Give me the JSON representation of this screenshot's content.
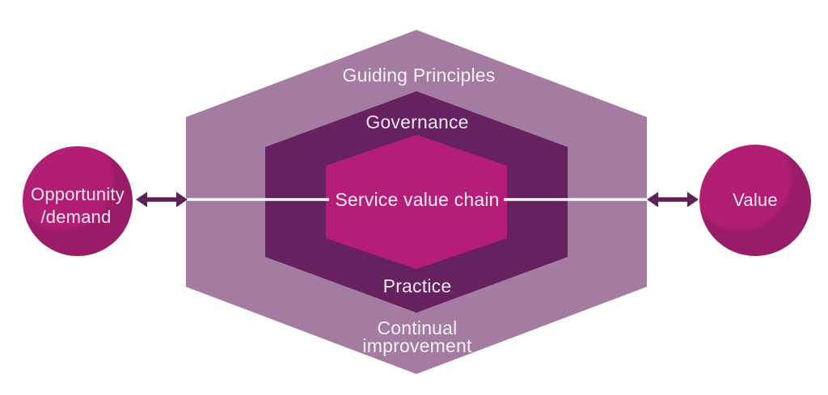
{
  "labels": {
    "guiding_principles": "Guiding Principles",
    "governance": "Governance",
    "service_value_chain": "Service value chain",
    "practice": "Practice",
    "continual_improvement": {
      "line1": "Continual",
      "line2": "improvement"
    },
    "opportunity_demand": {
      "line1": "Opportunity",
      "line2": "/demand"
    },
    "value": "Value"
  },
  "colors": {
    "background": "#ffffff",
    "outer_hexagon": "#a57ca1",
    "middle_hexagon": "#662161",
    "inner_hexagon": "#b41e79",
    "circle_light": "#b11e74",
    "circle_dark": "#9a1b68",
    "arrow": "#5d2155",
    "connector_line": "#ffffff",
    "label_on_outer": "#f7f0f6",
    "label_on_middle": "#f1e7f0",
    "label_on_inner": "#f8eef5",
    "label_on_circle": "#f4e6ef"
  }
}
